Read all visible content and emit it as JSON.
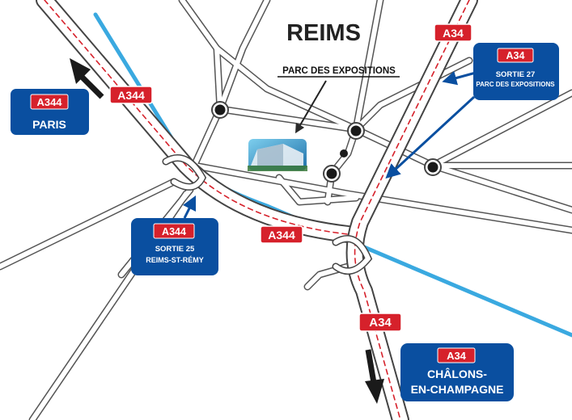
{
  "map": {
    "city": "REIMS",
    "venue": {
      "label": "PARC DES EXPOSITIONS",
      "icon": "exhibition-hall-photo"
    },
    "road_labels": {
      "a34_top": "A34",
      "a344_left": "A344",
      "a344_middle": "A344",
      "a34_bottom": "A34"
    },
    "signs": {
      "paris": {
        "road": "A344",
        "dest": "PARIS"
      },
      "sortie27": {
        "road": "A34",
        "line1": "SORTIE 27",
        "line2": "PARC DES EXPOSITIONS"
      },
      "sortie25": {
        "road": "A344",
        "line1": "SORTIE 25",
        "line2": "REIMS-ST-RÉMY"
      },
      "chalons": {
        "road": "A34",
        "line1": "CHÂLONS-",
        "line2": "EN-CHAMPAGNE"
      }
    },
    "colors": {
      "motorway_shield": "#d6212b",
      "sign_box": "#0a4fa0",
      "river": "#3aa9e0",
      "road_outline": "#444444",
      "arrow": "#1a1a1a"
    }
  }
}
